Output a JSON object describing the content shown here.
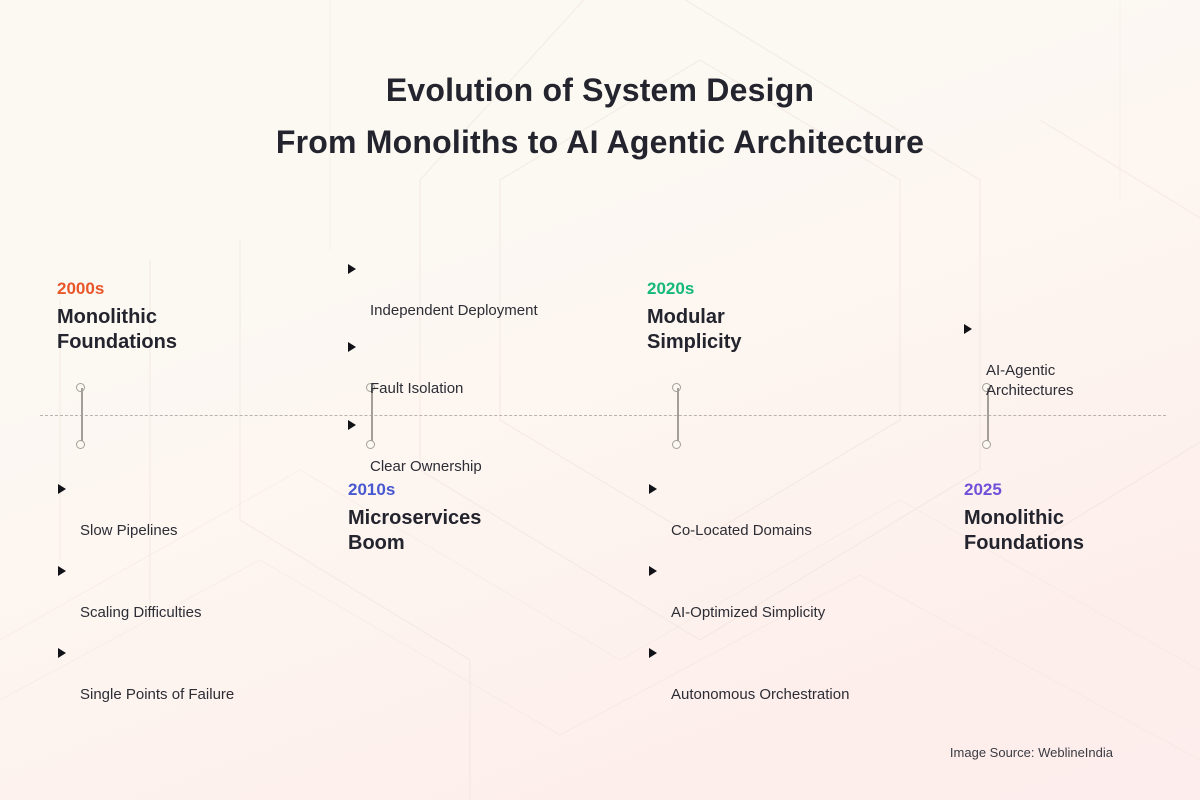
{
  "title": {
    "line1": "Evolution of System Design",
    "line2": "From Monoliths to AI Agentic Architecture"
  },
  "colors": {
    "accent_2000s": "#e8562a",
    "accent_2010s": "#4858d0",
    "accent_2020s": "#14b87a",
    "accent_2025": "#7050d8",
    "title": "#23242e",
    "body": "#2c2d35",
    "axis": "#b9b2ad",
    "marker": "#a49e99"
  },
  "timeline": {
    "entries": [
      {
        "year": "2000s",
        "heading": "Monolithic\nFoundations",
        "position": "above",
        "bullets": [
          "Slow Pipelines",
          "Scaling Difficulties",
          "Single Points of Failure"
        ]
      },
      {
        "year": "2010s",
        "heading": "Microservices\nBoom",
        "position": "below",
        "bullets": [
          "Independent Deployment",
          "Fault Isolation",
          "Clear Ownership"
        ]
      },
      {
        "year": "2020s",
        "heading": "Modular\nSimplicity",
        "position": "above",
        "bullets": [
          "Co-Located Domains",
          "AI-Optimized Simplicity",
          "Autonomous Orchestration"
        ]
      },
      {
        "year": "2025",
        "heading": "Monolithic\nFoundations",
        "position": "below",
        "bullets": [
          "AI-Agentic\nArchitectures"
        ]
      }
    ]
  },
  "credit": "Image Source: WeblineIndia"
}
